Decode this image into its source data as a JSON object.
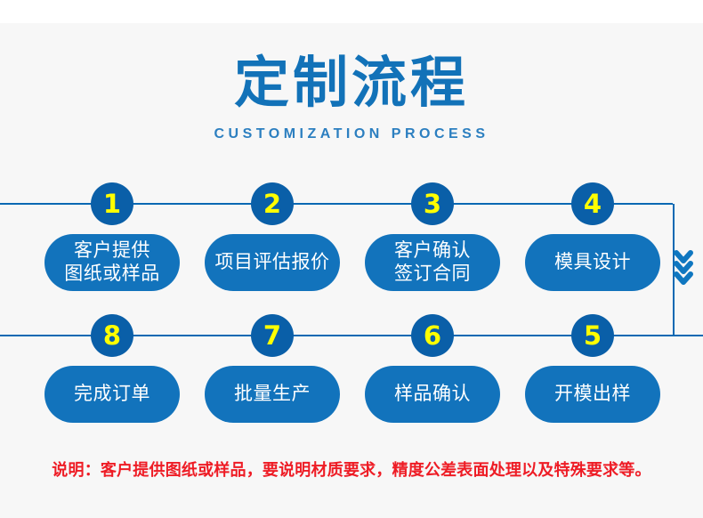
{
  "header": {
    "title": "定制流程",
    "subtitle": "CUSTOMIZATION PROCESS"
  },
  "colors": {
    "background": "#f7f7f7",
    "top_strip": "#ffffff",
    "title_blue": "#1272b8",
    "subtitle_blue": "#2c7fc0",
    "pill_blue": "#1273bc",
    "badge_blue": "#0a5fa8",
    "badge_number_yellow": "#ffff00",
    "connector_blue": "#0a69b3",
    "note_red": "#ee1c25"
  },
  "flow": {
    "top_row": [
      {
        "number": "1",
        "lines": [
          "客户提供",
          "图纸或样品"
        ]
      },
      {
        "number": "2",
        "lines": [
          "项目评估报价"
        ]
      },
      {
        "number": "3",
        "lines": [
          "客户确认",
          "签订合同"
        ]
      },
      {
        "number": "4",
        "lines": [
          "模具设计"
        ]
      }
    ],
    "bottom_row": [
      {
        "number": "8",
        "lines": [
          "完成订单"
        ]
      },
      {
        "number": "7",
        "lines": [
          "批量生产"
        ]
      },
      {
        "number": "6",
        "lines": [
          "样品确认"
        ]
      },
      {
        "number": "5",
        "lines": [
          "开模出样"
        ]
      }
    ],
    "turn_arrow_icon": "double-chevron-down-icon"
  },
  "note": {
    "text": "说明：客户提供图纸或样品，要说明材质要求，精度公差表面处理以及特殊要求等。"
  }
}
